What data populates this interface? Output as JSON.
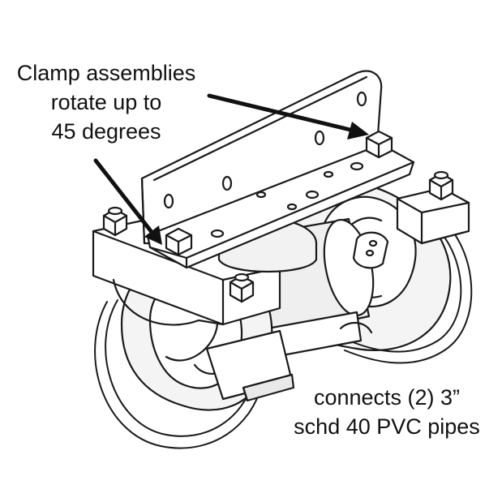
{
  "callouts": {
    "rotate": {
      "lines": [
        "Clamp assemblies",
        "rotate up to",
        "45 degrees"
      ]
    },
    "connects": {
      "lines": [
        "connects (2) 3”",
        "schd 40 PVC pipes"
      ]
    }
  },
  "colors": {
    "line": "#1a1a1a",
    "fill": "#ffffff",
    "shade": "#e9e9e9"
  }
}
